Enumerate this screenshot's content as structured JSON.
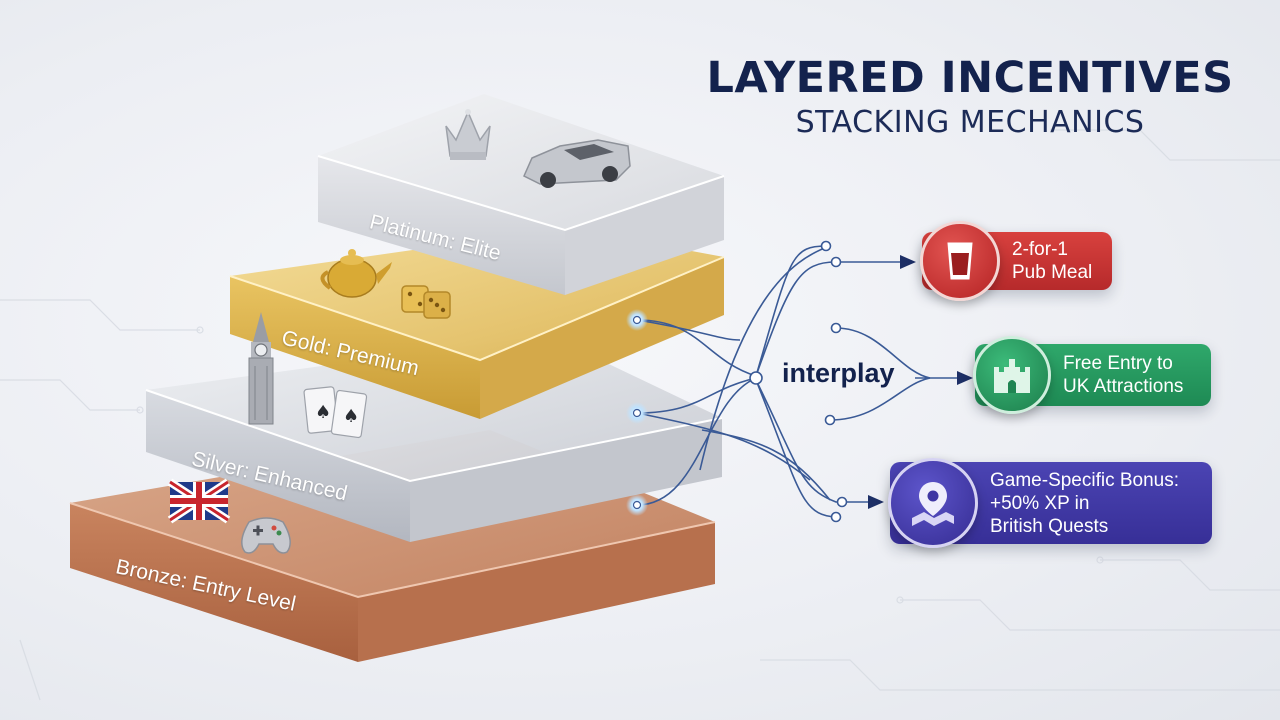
{
  "title": {
    "main": "LAYERED INCENTIVES",
    "sub": "STACKING MECHANICS"
  },
  "tiers": [
    {
      "label": "Platinum: Elite",
      "icons": [
        "crown-icon",
        "sports-car-icon"
      ],
      "color": "#e3e4e8"
    },
    {
      "label": "Gold: Premium",
      "icons": [
        "teapot-icon",
        "dice-icon"
      ],
      "color": "#e7c56a"
    },
    {
      "label": "Silver: Enhanced",
      "icons": [
        "big-ben-icon",
        "playing-cards-icon"
      ],
      "color": "#d4d6dc"
    },
    {
      "label": "Bronze: Entry Level",
      "icons": [
        "union-jack-flag-icon",
        "gamepad-icon"
      ],
      "color": "#c98a66"
    }
  ],
  "hub": {
    "label": "interplay"
  },
  "rewards": [
    {
      "line1": "2-for-1",
      "line2": "Pub Meal",
      "icon": "pint-glass-icon",
      "color": "#c8302f"
    },
    {
      "line1": "Free Entry to",
      "line2": "UK Attractions",
      "icon": "castle-icon",
      "color": "#23955c"
    },
    {
      "line1": "Game-Specific Bonus:",
      "line2": "+50% XP in",
      "line3": "British Quests",
      "icon": "map-pin-icon",
      "color": "#3f37a3"
    }
  ]
}
